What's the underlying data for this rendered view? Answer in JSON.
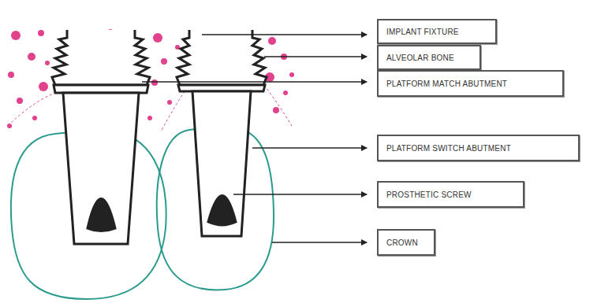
{
  "diagram": {
    "nodes": [
      {
        "text": [
          "IMPLANT FIXTURE"
        ]
      },
      {
        "text": [
          "ALVEOLAR BONE"
        ]
      },
      {
        "text": [
          "PLATFORM MATCH ABUTMENT"
        ]
      },
      {
        "text": [
          "PLATFORM SWITCH ABUTMENT"
        ]
      },
      {
        "text": [
          "PROSTHETIC SCREW"
        ]
      },
      {
        "text": [
          "CROWN"
        ]
      }
    ]
  }
}
